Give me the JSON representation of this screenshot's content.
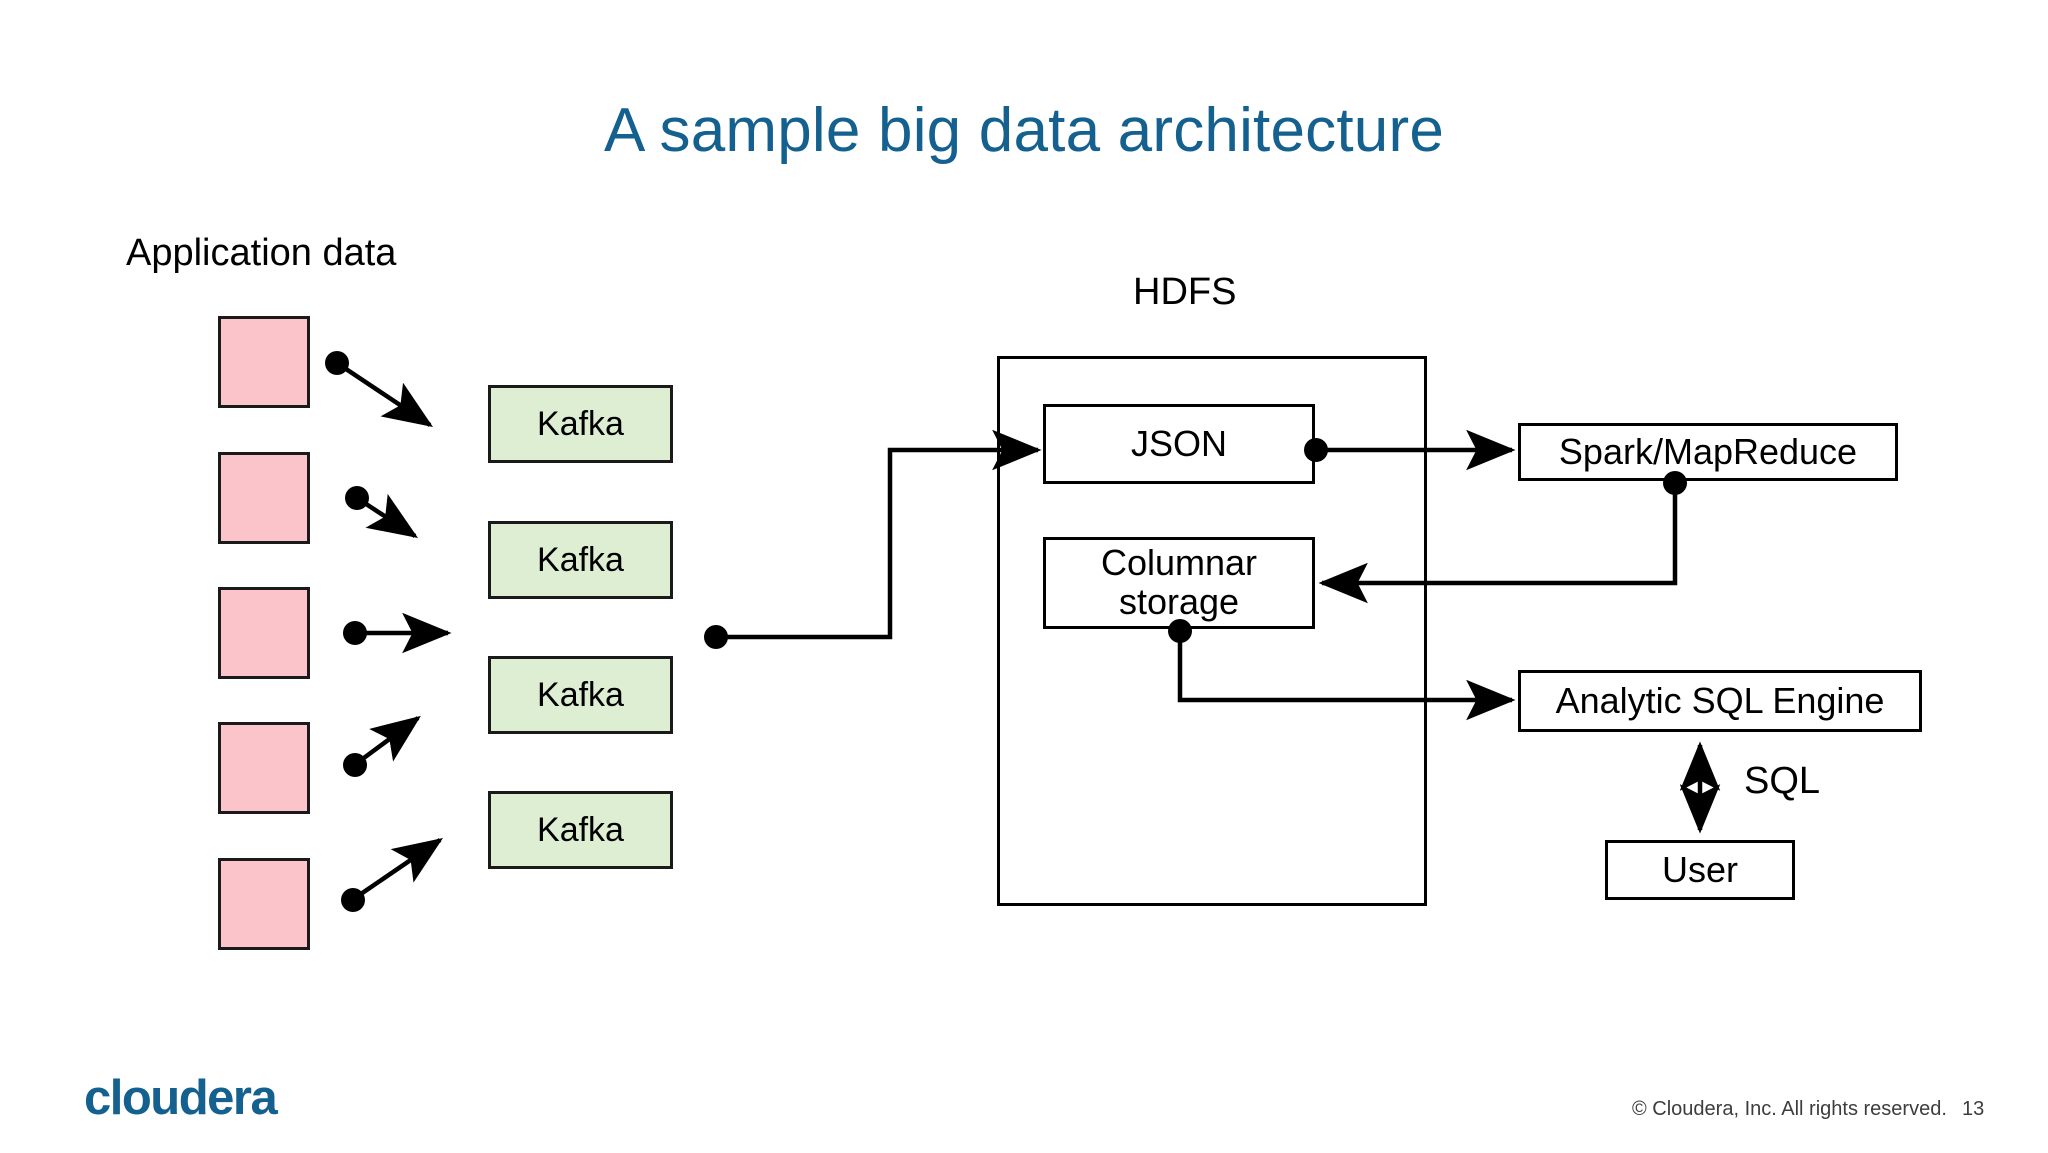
{
  "slide": {
    "title": "A sample big data architecture",
    "title_color": "#14608f",
    "background": "#ffffff"
  },
  "labels": {
    "application_data": "Application data",
    "hdfs": "HDFS",
    "sql": "SQL"
  },
  "colors": {
    "source_box_fill": "#fbc4cb",
    "kafka_box_fill": "#ddeed2",
    "box_stroke": "#1a1a1a",
    "line": "#000000",
    "brand": "#14608f"
  },
  "source_boxes": [
    {
      "name": "app-source-1"
    },
    {
      "name": "app-source-2"
    },
    {
      "name": "app-source-3"
    },
    {
      "name": "app-source-4"
    },
    {
      "name": "app-source-5"
    }
  ],
  "kafka_boxes": [
    {
      "label": "Kafka"
    },
    {
      "label": "Kafka"
    },
    {
      "label": "Kafka"
    },
    {
      "label": "Kafka"
    }
  ],
  "hdfs": {
    "label": "HDFS",
    "children": [
      {
        "label": "JSON"
      },
      {
        "label": "Columnar\nstorage",
        "line1": "Columnar",
        "line2": "storage"
      }
    ]
  },
  "processing": {
    "spark": "Spark/MapReduce",
    "analytic": "Analytic SQL Engine",
    "user": "User",
    "sql_link_label": "SQL"
  },
  "footer": {
    "logo": "cloudera",
    "copyright": "© Cloudera, Inc. All rights reserved.",
    "page_number": "13"
  }
}
